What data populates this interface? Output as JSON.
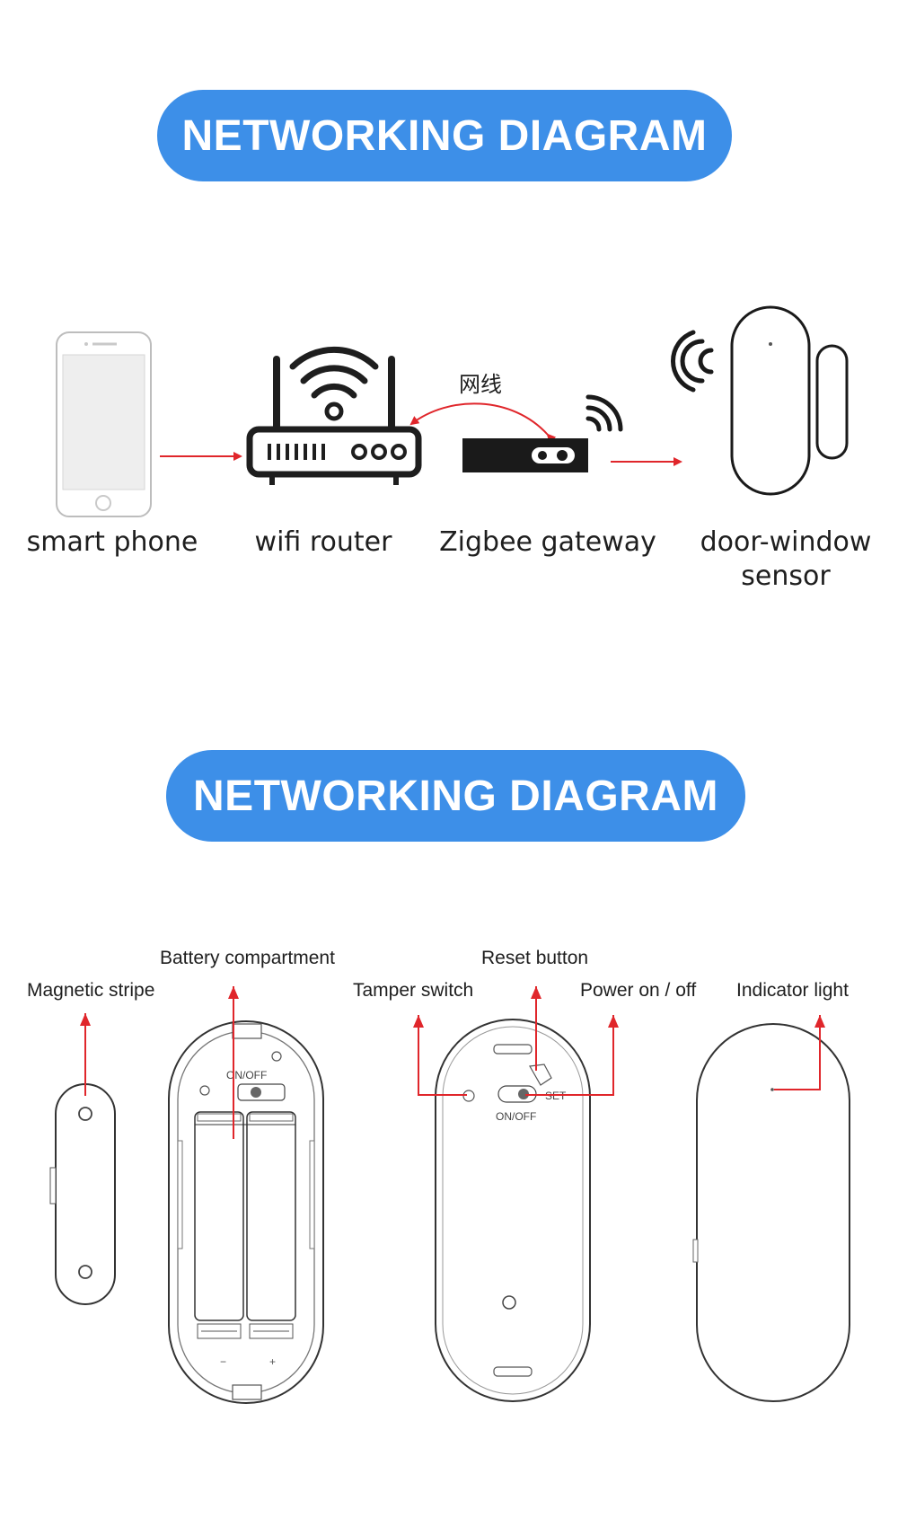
{
  "header_top": {
    "title": "NETWORKING DIAGRAM"
  },
  "network": {
    "nodes": [
      {
        "label": "smart phone"
      },
      {
        "label": "wifi router"
      },
      {
        "label": "Zigbee gateway"
      },
      {
        "label": "door-window\nsensor"
      }
    ],
    "cable_label": "网线"
  },
  "header_bottom": {
    "title": "NETWORKING DIAGRAM"
  },
  "parts": {
    "magnetic_stripe": "Magnetic stripe",
    "battery_compartment": "Battery compartment",
    "tamper_switch": "Tamper switch",
    "reset_button": "Reset button",
    "power_on_off": "Power on / off",
    "indicator_light": "Indicator light",
    "onoff_marking": "ON/OFF",
    "set_marking": "SET"
  },
  "colors": {
    "accent": "#3d8fe8",
    "arrow": "#e0262b",
    "line": "#2a2a2a"
  }
}
